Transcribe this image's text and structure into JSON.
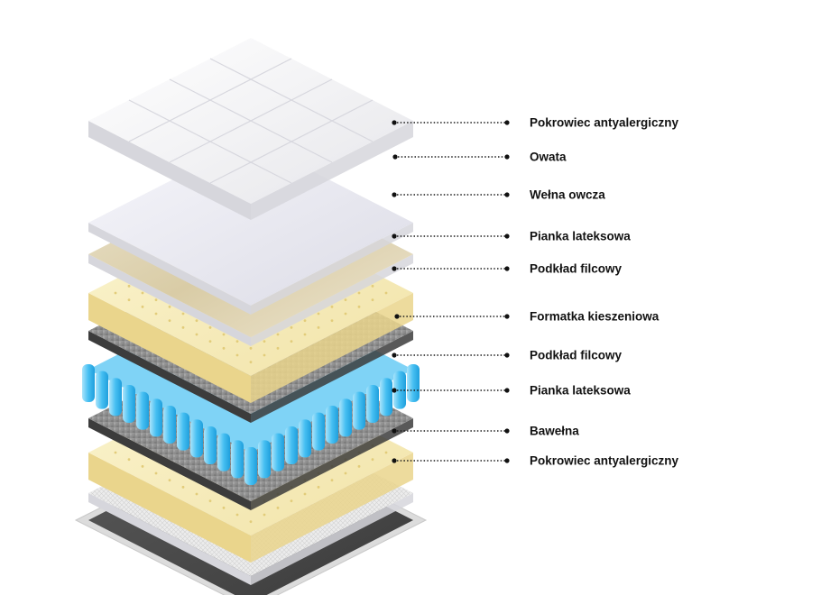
{
  "layers": [
    {
      "label": "Pokrowiec antyalergiczny",
      "kind": "quilt-cover",
      "color": "#f4f4f6"
    },
    {
      "label": "Owata",
      "kind": "wadding",
      "color": "#e9e9f0"
    },
    {
      "label": "Wełna owcza",
      "kind": "wool",
      "color": "#e3d8bd"
    },
    {
      "label": "Pianka lateksowa",
      "kind": "latex",
      "color": "#f7edbf"
    },
    {
      "label": "Podkład filcowy",
      "kind": "felt",
      "color": "#8d8d8d"
    },
    {
      "label": "Formatka kieszeniowa",
      "kind": "pocket-springs",
      "color": "#4fc4f3"
    },
    {
      "label": "Podkład filcowy",
      "kind": "felt",
      "color": "#8d8d8d"
    },
    {
      "label": "Pianka lateksowa",
      "kind": "latex",
      "color": "#f7edbf"
    },
    {
      "label": "Bawełna",
      "kind": "cotton",
      "color": "#eeeeee"
    },
    {
      "label": "Pokrowiec antyalergiczny",
      "kind": "bottom-cover",
      "color": "#4e4e4e"
    }
  ]
}
